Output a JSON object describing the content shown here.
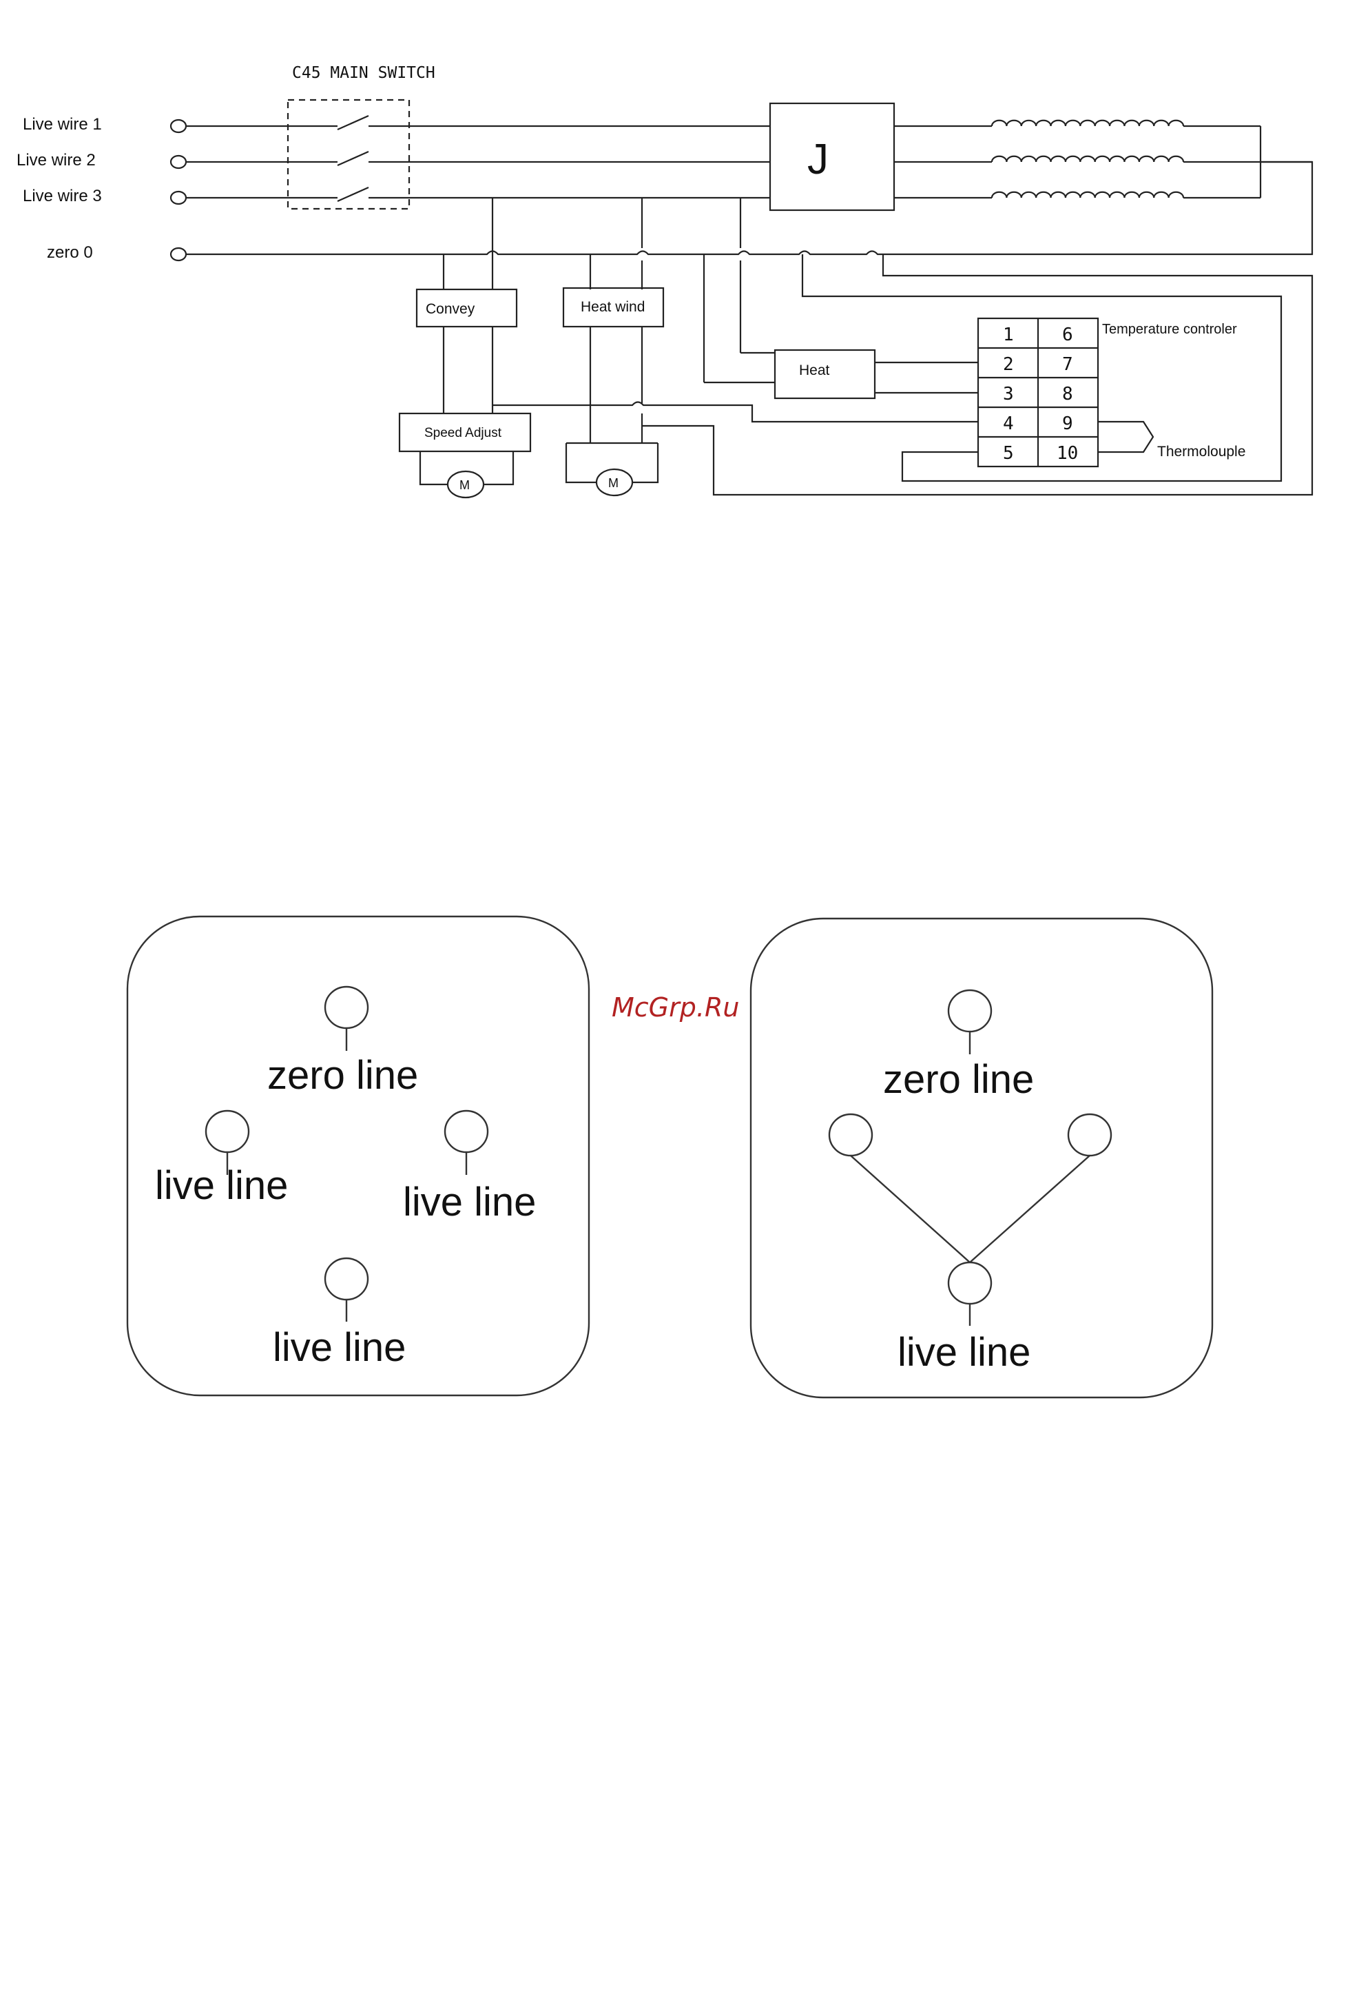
{
  "wiring_diagram": {
    "main_switch_label": "C45 MAIN SWITCH",
    "terminal_labels": [
      "Live wire 1",
      "Live wire 2",
      "Live wire 3",
      "zero 0"
    ],
    "contactor_symbol": "J",
    "components": {
      "convey": "Convey",
      "heat_wind": "Heat wind",
      "speed_adjust": "Speed Adjust",
      "heat": "Heat",
      "motor": "M"
    },
    "temperature_controller": {
      "label": "Temperature controler",
      "left_terminals": [
        "1",
        "2",
        "3",
        "4",
        "5"
      ],
      "right_terminals": [
        "6",
        "7",
        "8",
        "9",
        "10"
      ]
    },
    "thermocouple_label": "Thermolouple"
  },
  "socket_diagrams": {
    "left_socket": {
      "zero_label": "zero line",
      "live_labels": [
        "live line",
        "live line",
        "live line"
      ]
    },
    "right_socket": {
      "zero_label": "zero line",
      "live_label": "live line"
    }
  },
  "watermark": "McGrp.Ru"
}
